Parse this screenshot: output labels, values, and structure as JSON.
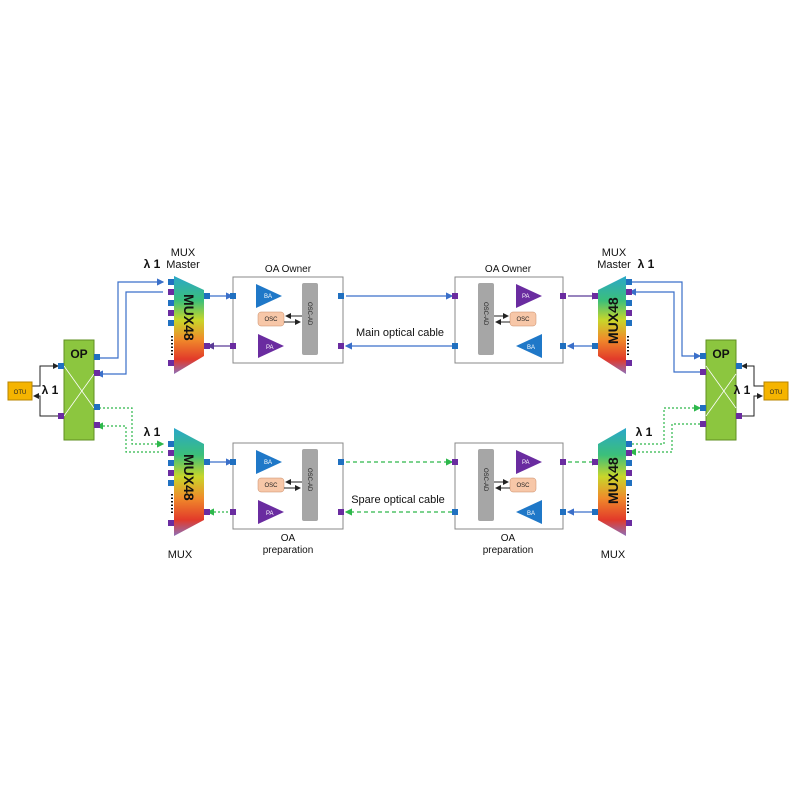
{
  "labels": {
    "mux_master": "MUX\nMaster",
    "mux": "MUX",
    "mux48": "MUX48",
    "lambda1": "λ 1",
    "oa_owner": "OA Owner",
    "oa_preparation": "OA\npreparation",
    "main_cable": "Main optical cable",
    "spare_cable": "Spare optical cable",
    "op": "OP",
    "otu": "OTU",
    "ba": "BA",
    "pa": "PA",
    "osc": "OSC",
    "osc_ad": "OSC-AD"
  },
  "colors": {
    "main_line": "#3a6fc9",
    "spare_line": "#2db84b",
    "purple_line": "#5a3a96",
    "op_fill": "#8cc63f",
    "otu_fill": "#f5b400",
    "ba_fill": "#1f78c8",
    "pa_fill": "#6a2ca0",
    "osc_fill": "#f7c7a8",
    "oscad_fill": "#a6a6a6",
    "port_blue": "#2070c0",
    "port_purple": "#6a2ca0"
  }
}
